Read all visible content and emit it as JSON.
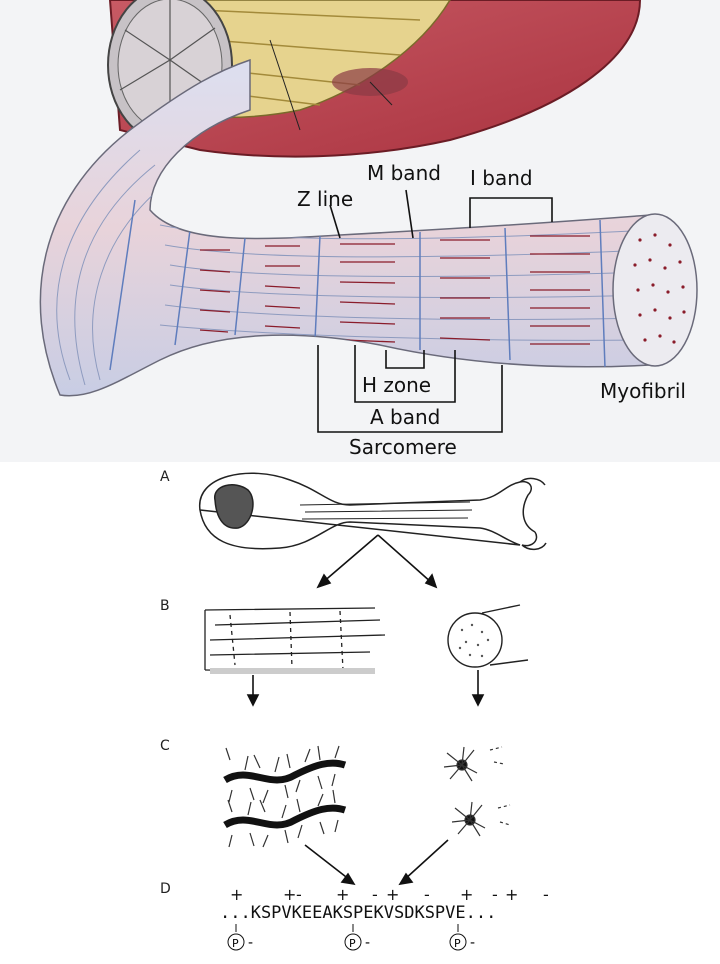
{
  "figure_top": {
    "labels": {
      "z_line": "Z line",
      "m_band": "M band",
      "i_band": "I band",
      "h_zone": "H zone",
      "a_band": "A band",
      "sarcomere": "Sarcomere",
      "myofibril": "Myofibril"
    }
  },
  "figure_bottom": {
    "panels": [
      "A",
      "B",
      "C",
      "D"
    ],
    "sequence": "...KSPVKEEAKSPEKVSDKSPVE...",
    "charges_above": [
      "+",
      "+",
      "-",
      "+",
      "-",
      "+",
      "-",
      "+",
      "-",
      "+",
      "-"
    ],
    "phospho_symbol": "P",
    "phospho_charge": "-"
  },
  "colors": {
    "muscle_outer": "#b5404c",
    "fibril_pink": "#e9cfd6",
    "fibril_blue": "#c9d4ea",
    "striation": "#8a1c2a",
    "connective": "#d9c27a",
    "background_top": "#f3f4f6"
  }
}
